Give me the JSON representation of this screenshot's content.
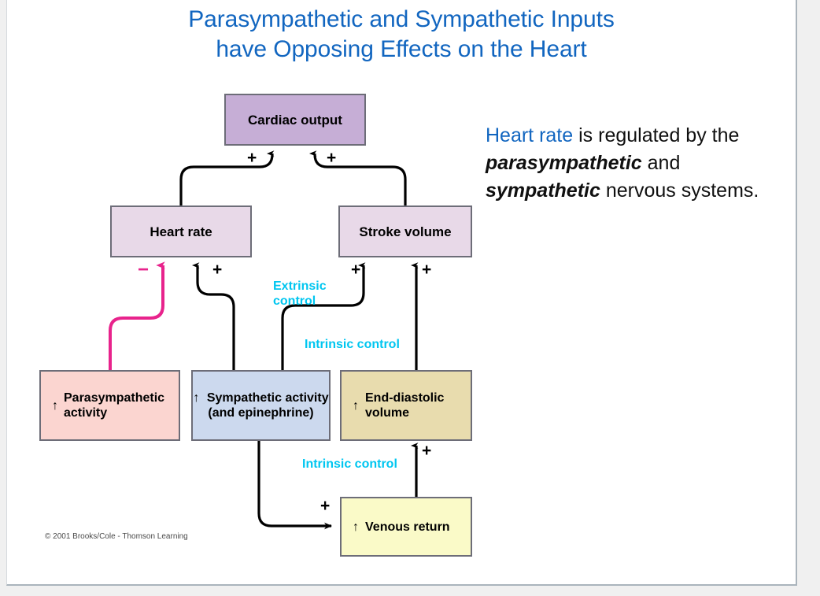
{
  "slide": {
    "title_line1": "Parasympathetic and Sympathetic Inputs",
    "title_line2": "have Opposing Effects on the Heart",
    "copyright": "© 2001 Brooks/Cole - Thomson Learning"
  },
  "caption": {
    "highlight": "Heart rate",
    "text1": " is regulated by the ",
    "emphasis1": "parasympathetic",
    "text2": " and ",
    "emphasis2": "sympathetic",
    "text3": " nervous systems."
  },
  "diagram": {
    "nodes": {
      "cardiac_output": "Cardiac output",
      "heart_rate": "Heart rate",
      "stroke_volume": "Stroke volume",
      "parasympathetic": "Parasympathetic activity",
      "parasympathetic_arrow": "↑",
      "parasympathetic_label": "Parasympathetic activity",
      "sympathetic_arrow": "↑",
      "sympathetic_label": "Sympathetic activity (and epinephrine)",
      "end_diastolic_arrow": "↑",
      "end_diastolic_label": "End-diastolic volume",
      "venous_return_arrow": "↑",
      "venous_return_label": "Venous return"
    },
    "control_labels": {
      "extrinsic": "Extrinsic control",
      "intrinsic_upper": "Intrinsic control",
      "intrinsic_lower": "Intrinsic control"
    },
    "signs": {
      "co_from_hr": "+",
      "co_from_sv": "+",
      "hr_from_para": "−",
      "hr_from_symp": "+",
      "sv_from_symp": "+",
      "sv_from_edv": "+",
      "edv_from_vr": "+",
      "vr_from_symp": "+"
    },
    "colors": {
      "title_blue": "#1266c0",
      "cyan": "#00c6f0",
      "magenta": "#e8238c",
      "red_ellipse": "#e01b1b",
      "cardiac_output_fill": "#c6aed6",
      "heart_rate_fill": "#e8d9e8",
      "stroke_volume_fill": "#e8d9e8",
      "parasympathetic_fill": "#fbd5d0",
      "sympathetic_fill": "#ccd9ee",
      "end_diastolic_fill": "#e8dcae",
      "venous_return_fill": "#fafac8",
      "box_border": "#6d6d78"
    }
  }
}
